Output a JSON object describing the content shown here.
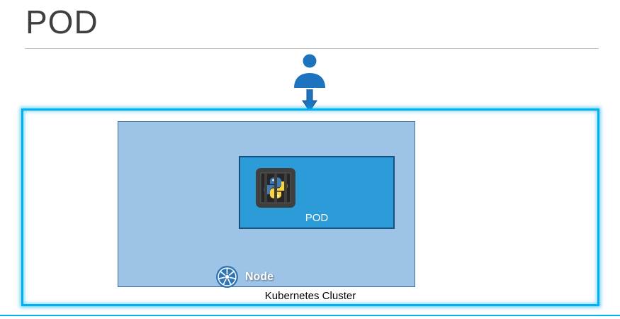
{
  "slide": {
    "title": "POD"
  },
  "diagram": {
    "cluster": {
      "label": "Kubernetes Cluster"
    },
    "node": {
      "label": "Node"
    },
    "pod": {
      "label": "POD"
    }
  },
  "icons": {
    "user": "user-icon",
    "down_arrow": "down-arrow-icon",
    "kubernetes_helm": "kubernetes-helm-icon",
    "python_container": "python-container-icon"
  },
  "colors": {
    "accent_blue": "#1E73BE",
    "cluster_border": "#00B0F0",
    "node_fill": "#9DC3E6",
    "node_border": "#41719C",
    "pod_fill": "#2B9CD8",
    "pod_border": "#17507E",
    "title_text": "#3F3F3F",
    "python_blue": "#3E7CB8",
    "python_yellow": "#FFD43B"
  }
}
